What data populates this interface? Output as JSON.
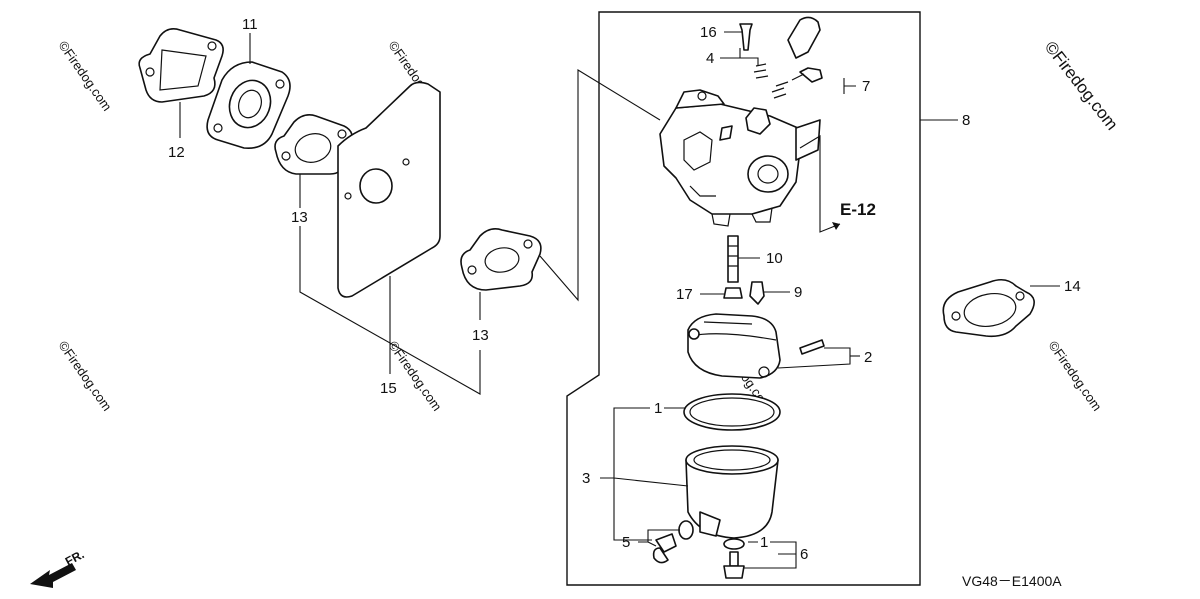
{
  "watermark": {
    "text": "©Firedog.com"
  },
  "reference": {
    "section_ref": "E-12",
    "direction": "FR.",
    "drawing_code": "VG48－E1400A"
  },
  "callouts": {
    "c1a": "1",
    "c1b": "1",
    "c2": "2",
    "c3": "3",
    "c4": "4",
    "c5": "5",
    "c6": "6",
    "c7": "7",
    "c8": "8",
    "c9": "9",
    "c10": "10",
    "c11": "11",
    "c12": "12",
    "c13a": "13",
    "c13b": "13",
    "c14": "14",
    "c15": "15",
    "c16": "16",
    "c17": "17"
  }
}
